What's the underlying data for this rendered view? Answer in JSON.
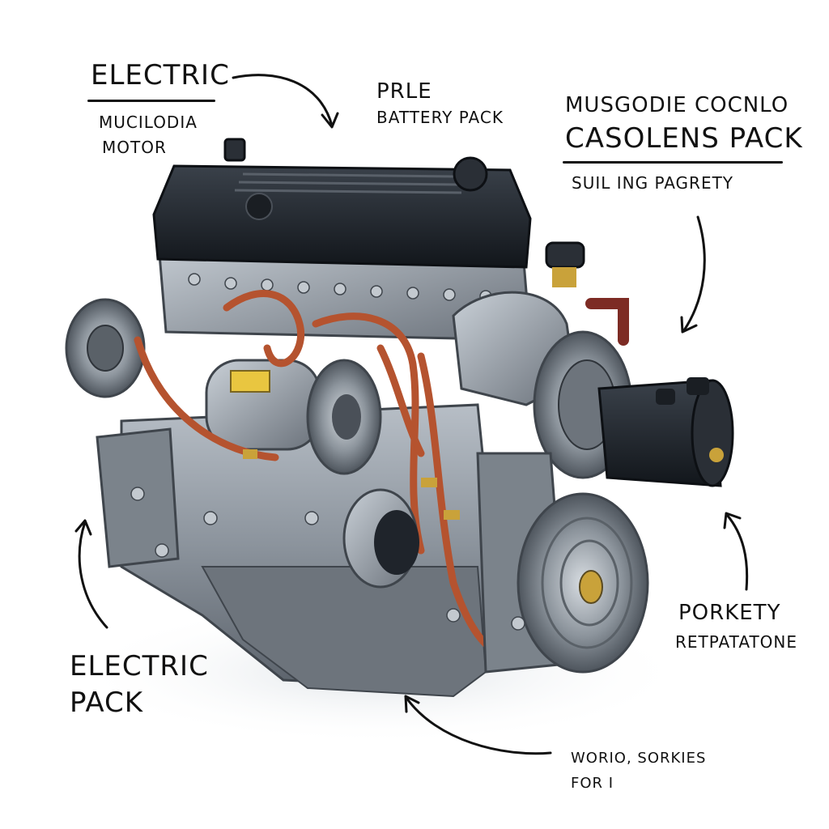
{
  "labels": {
    "top_left_title": "ELECTRIC",
    "top_left_sub1": "MUCILODIA",
    "top_left_sub2": "MOTOR",
    "top_center_1": "PRLE",
    "top_center_2": "BATTERY PACK",
    "top_right_1": "MUSGODIE COCNLO",
    "top_right_2": "CASOLENS PACK",
    "top_right_3": "SUIL ING PAGRETY",
    "right_mid_1": "PORKETY",
    "right_mid_2": "RETPATATONE",
    "bottom_left_1": "ELECTRIC",
    "bottom_left_2": "PACK",
    "bottom_right_1": "WORIO, SORKIES",
    "bottom_right_2": "FOR I",
    "engine_badge": ""
  },
  "colors": {
    "ink": "#111111",
    "engine_metal": "#8e969e",
    "engine_dark": "#2a2f36",
    "cover_black": "#1f242b",
    "hose_copper": "#b5532f",
    "brass": "#c9a23a",
    "badge_yellow": "#e9c640"
  },
  "icons": {
    "arrows": "curved-arrow-icon"
  }
}
